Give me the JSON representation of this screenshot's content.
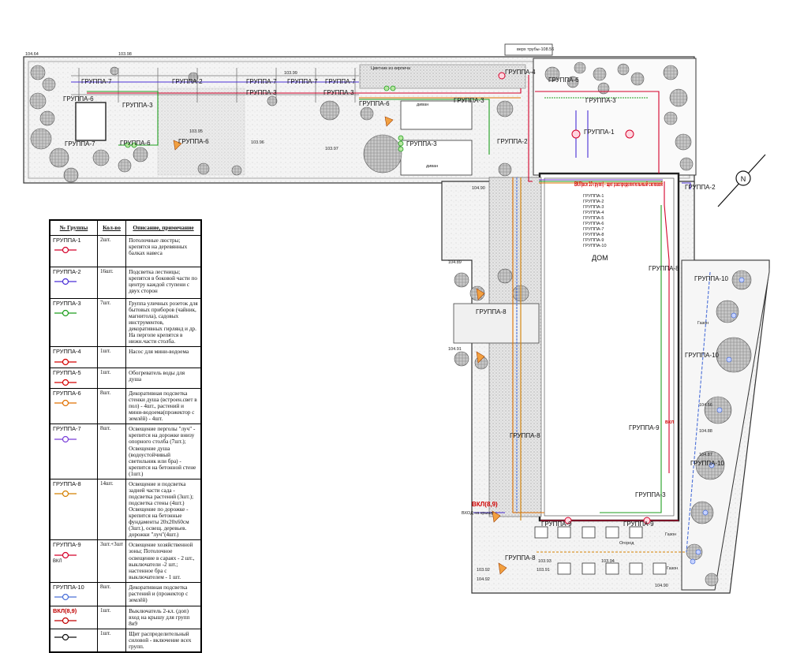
{
  "plan": {
    "house_label": "ДОМ",
    "pipe_label": "верх трубы-108.56",
    "panel_title": "ВКЛ(все 10 групп) - щит распределительный силовой",
    "entrance_label": "ВХОД на крышу",
    "vkl89_label": "ВКЛ(8,9)",
    "vkl_label": "ВКЛ",
    "lawn_label": "Газон",
    "garden_label": "Огород",
    "sofa_label": "диван",
    "flower_bed_label": "Цветник из кирпича",
    "compass_label": "N",
    "group_labels": {
      "g1": "ГРУППА-1",
      "g2": "ГРУППА-2",
      "g3": "ГРУППА-3",
      "g4": "ГРУППА-4",
      "g6": "ГРУППА-6",
      "g7": "ГРУППА-7",
      "g8": "ГРУППА-8",
      "g9": "ГРУППА-9",
      "g10": "ГРУППА-10"
    },
    "elevations": [
      "104.64",
      "103.98",
      "103.99",
      "103.95",
      "103.96",
      "103.97",
      "104.90",
      "104.89",
      "104.91",
      "104.92",
      "104.90",
      "104.56",
      "104.88",
      "104.87",
      "103.93",
      "103.94",
      "103.91",
      "103.92"
    ],
    "mini_legend": [
      "ГРУППА-1",
      "ГРУППА-2",
      "ГРУППА-3",
      "ГРУППА-4",
      "ГРУППА-5",
      "ГРУППА-6",
      "ГРУППА-7",
      "ГРУППА-8",
      "ГРУППА-9",
      "ГРУППА-10"
    ]
  },
  "legend": {
    "headers": [
      "№ Группы",
      "Кол-во",
      "Описание, примечание"
    ],
    "rows": [
      {
        "group": "ГРУППА-1",
        "qty": "2шт.",
        "desc": "Потолочные люстры; крепятся на деревянных балках навеса",
        "icon": "ceiling-lamp-icon"
      },
      {
        "group": "ГРУППА-2",
        "qty": "16шт.",
        "desc": "Подсветка лестницы; крепятся в боковой части по центру каждой ступени с двух сторон",
        "icon": "stair-light-icon"
      },
      {
        "group": "ГРУППА-3",
        "qty": "7шт.",
        "desc": "Группа уличных розеток для бытовых приборов (чайник, магнитола), садовых инструментов, декоративных гирлянд и др. На пергопе крепятся в нижн.части столба.",
        "icon": "outlet-icon"
      },
      {
        "group": "ГРУППА-4",
        "qty": "1шт.",
        "desc": "Насос для мини-водоема",
        "icon": "pump-icon"
      },
      {
        "group": "ГРУППА-5",
        "qty": "1шт.",
        "desc": "Обогреватель воды для душа",
        "icon": "heater-icon"
      },
      {
        "group": "ГРУППА-6",
        "qty": "8шт.",
        "desc": "Декоративная подсветка стенки душа (встроен.свет в пол) - 4шт., растений и мини-водоема(прожектор с землёй) - 4шт.",
        "icon": "spotlight-icon"
      },
      {
        "group": "ГРУППА-7",
        "qty": "8шт.",
        "desc": "Освещение перголы \"луч\" - крепится на дорожке внизу опорного столба (7шт.); Освещение душа (водоустойчивый светильник или бра) - крепится на бетонной стене (1шт.)",
        "icon": "pergola-light-icon"
      },
      {
        "group": "ГРУППА-8",
        "qty": "14шт.",
        "desc": "Освещение и подсветка задней части сада - подсветка растений (3шт.); подсветка стены (4шт.) Освещение по дорожке - крепится на бетонные фундаменты 20х20х60см (3шт.), освещ. деревьев. дорожки \"луч\"(4шт.)",
        "icon": "garden-light-icon"
      },
      {
        "group": "ГРУППА-9",
        "qty": "3шт.+3шт",
        "desc": "Освещение хозяйственной зоны; Потолочное освещение в сараях - 2 шт., выключатели -2 шт.; настенное бра с выключателем - 1 шт.",
        "icon": "utility-light-icon",
        "badge": "ВКЛ"
      },
      {
        "group": "ГРУППА-10",
        "qty": "8шт.",
        "desc": "Декоративная подсветка растений и (прожектор с землёй)",
        "icon": "plant-light-icon"
      },
      {
        "group": "ВКЛ(8,9)",
        "qty": "1шт.",
        "desc": "Выключатель 2-кл. (доп) вход на крышу для групп 8и9",
        "icon": "switch-icon"
      },
      {
        "group": "",
        "qty": "1шт.",
        "desc": "Щит распределительный силовой - включение всех групп.",
        "icon": "panel-icon"
      }
    ]
  },
  "colors": {
    "g1": "#d4002a",
    "g2": "#4a2fd6",
    "g3": "#1e9e1e",
    "g4": "#d30000",
    "g6": "#e07000",
    "g7": "#7a3fd8",
    "g8": "#d48000",
    "g10": "#4a6fd8",
    "paving": "#cfcfcf",
    "wall": "#333333"
  }
}
